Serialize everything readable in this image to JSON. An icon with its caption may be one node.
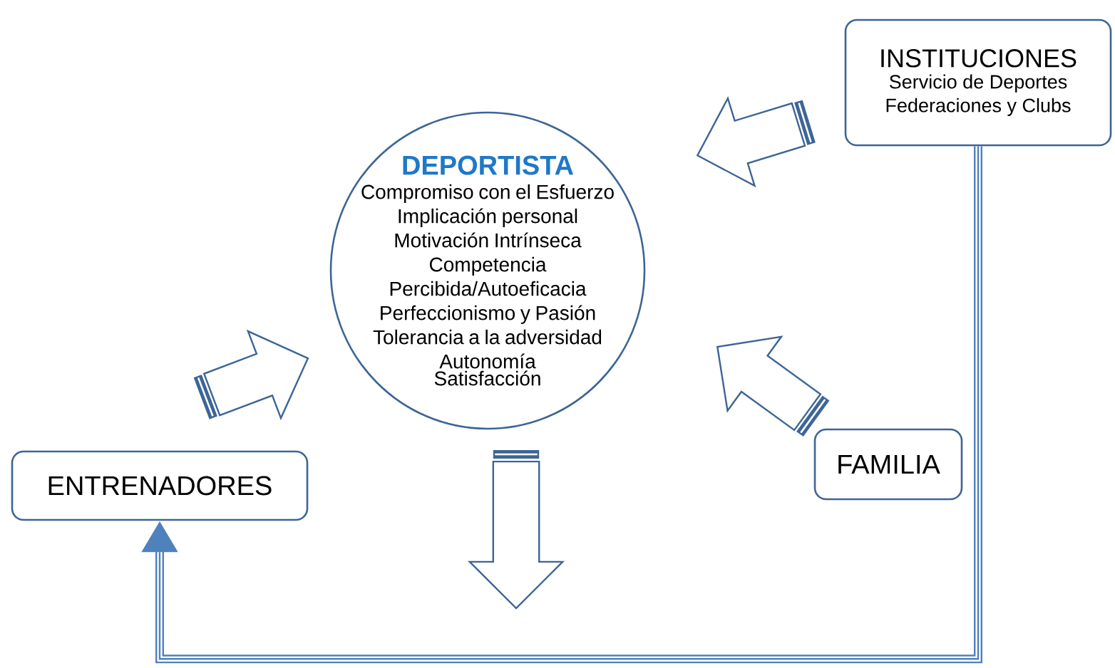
{
  "diagram": {
    "nodes": [
      {
        "text": [
          "INSTITUCIONES",
          "Servicio de Deportes",
          "Federaciones y Clubs"
        ]
      },
      {
        "text": [
          "DEPORTISTA",
          "Compromiso con el Esfuerzo",
          "Implicación personal",
          "Motivación Intrínseca",
          "Competencia Percibida/Autoeficacia",
          "Perfeccionismo y Pasión",
          "Tolerancia a la adversidad",
          "Autonomía",
          "Satisfacción"
        ]
      },
      {
        "text": [
          "ENTRENADORES"
        ]
      },
      {
        "text": [
          "FAMILIA"
        ]
      }
    ],
    "edges": [
      {
        "from": 0,
        "to": 1,
        "arrow": "to"
      },
      {
        "from": 2,
        "to": 1,
        "arrow": "to"
      },
      {
        "from": 3,
        "to": 1,
        "arrow": "to"
      },
      {
        "from": 1,
        "to": null,
        "arrow": "to"
      },
      {
        "from": 0,
        "to": 2,
        "arrow": "to"
      }
    ]
  }
}
